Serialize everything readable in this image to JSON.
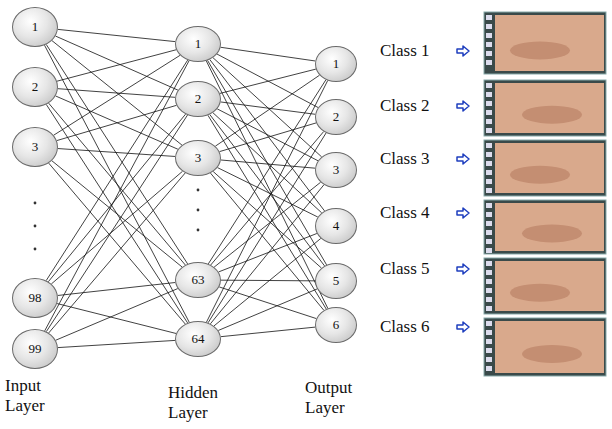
{
  "diagram": {
    "nodes": [
      {
        "text": [
          "1"
        ]
      },
      {
        "text": [
          "2"
        ]
      },
      {
        "text": [
          "3"
        ]
      },
      {
        "text": [
          "98"
        ]
      },
      {
        "text": [
          "99"
        ]
      },
      {
        "text": [
          "1"
        ]
      },
      {
        "text": [
          "2"
        ]
      },
      {
        "text": [
          "3"
        ]
      },
      {
        "text": [
          "63"
        ]
      },
      {
        "text": [
          "64"
        ]
      },
      {
        "text": [
          "1"
        ]
      },
      {
        "text": [
          "2"
        ]
      },
      {
        "text": [
          "3"
        ]
      },
      {
        "text": [
          "4"
        ]
      },
      {
        "text": [
          "5"
        ]
      },
      {
        "text": [
          "6"
        ]
      }
    ],
    "edges": [
      {
        "from": 0,
        "to": 5,
        "arrow": "none"
      },
      {
        "from": 0,
        "to": 6,
        "arrow": "none"
      },
      {
        "from": 0,
        "to": 7,
        "arrow": "none"
      },
      {
        "from": 0,
        "to": 8,
        "arrow": "none"
      },
      {
        "from": 0,
        "to": 9,
        "arrow": "none"
      },
      {
        "from": 1,
        "to": 5,
        "arrow": "none"
      },
      {
        "from": 1,
        "to": 6,
        "arrow": "none"
      },
      {
        "from": 1,
        "to": 7,
        "arrow": "none"
      },
      {
        "from": 1,
        "to": 8,
        "arrow": "none"
      },
      {
        "from": 1,
        "to": 9,
        "arrow": "none"
      },
      {
        "from": 2,
        "to": 5,
        "arrow": "none"
      },
      {
        "from": 2,
        "to": 6,
        "arrow": "none"
      },
      {
        "from": 2,
        "to": 7,
        "arrow": "none"
      },
      {
        "from": 2,
        "to": 8,
        "arrow": "none"
      },
      {
        "from": 2,
        "to": 9,
        "arrow": "none"
      },
      {
        "from": 3,
        "to": 5,
        "arrow": "none"
      },
      {
        "from": 3,
        "to": 6,
        "arrow": "none"
      },
      {
        "from": 3,
        "to": 7,
        "arrow": "none"
      },
      {
        "from": 3,
        "to": 8,
        "arrow": "none"
      },
      {
        "from": 3,
        "to": 9,
        "arrow": "none"
      },
      {
        "from": 4,
        "to": 5,
        "arrow": "none"
      },
      {
        "from": 4,
        "to": 6,
        "arrow": "none"
      },
      {
        "from": 4,
        "to": 7,
        "arrow": "none"
      },
      {
        "from": 4,
        "to": 8,
        "arrow": "none"
      },
      {
        "from": 4,
        "to": 9,
        "arrow": "none"
      },
      {
        "from": 5,
        "to": 10,
        "arrow": "none"
      },
      {
        "from": 5,
        "to": 11,
        "arrow": "none"
      },
      {
        "from": 5,
        "to": 12,
        "arrow": "none"
      },
      {
        "from": 5,
        "to": 13,
        "arrow": "none"
      },
      {
        "from": 5,
        "to": 14,
        "arrow": "none"
      },
      {
        "from": 5,
        "to": 15,
        "arrow": "none"
      },
      {
        "from": 6,
        "to": 10,
        "arrow": "none"
      },
      {
        "from": 6,
        "to": 11,
        "arrow": "none"
      },
      {
        "from": 6,
        "to": 12,
        "arrow": "none"
      },
      {
        "from": 6,
        "to": 13,
        "arrow": "none"
      },
      {
        "from": 6,
        "to": 14,
        "arrow": "none"
      },
      {
        "from": 6,
        "to": 15,
        "arrow": "none"
      },
      {
        "from": 7,
        "to": 10,
        "arrow": "none"
      },
      {
        "from": 7,
        "to": 11,
        "arrow": "none"
      },
      {
        "from": 7,
        "to": 12,
        "arrow": "none"
      },
      {
        "from": 7,
        "to": 13,
        "arrow": "none"
      },
      {
        "from": 7,
        "to": 14,
        "arrow": "none"
      },
      {
        "from": 7,
        "to": 15,
        "arrow": "none"
      },
      {
        "from": 8,
        "to": 10,
        "arrow": "none"
      },
      {
        "from": 8,
        "to": 11,
        "arrow": "none"
      },
      {
        "from": 8,
        "to": 12,
        "arrow": "none"
      },
      {
        "from": 8,
        "to": 13,
        "arrow": "none"
      },
      {
        "from": 8,
        "to": 14,
        "arrow": "none"
      },
      {
        "from": 8,
        "to": 15,
        "arrow": "none"
      },
      {
        "from": 9,
        "to": 10,
        "arrow": "none"
      },
      {
        "from": 9,
        "to": 11,
        "arrow": "none"
      },
      {
        "from": 9,
        "to": 12,
        "arrow": "none"
      },
      {
        "from": 9,
        "to": 13,
        "arrow": "none"
      },
      {
        "from": 9,
        "to": 14,
        "arrow": "none"
      },
      {
        "from": 9,
        "to": 15,
        "arrow": "none"
      }
    ],
    "labels": [
      "Class 1",
      "Class 2",
      "Class 3",
      "Class 4",
      "Class 5",
      "Class 6",
      "Input Layer",
      "Hidden Layer",
      "Output Layer"
    ]
  }
}
